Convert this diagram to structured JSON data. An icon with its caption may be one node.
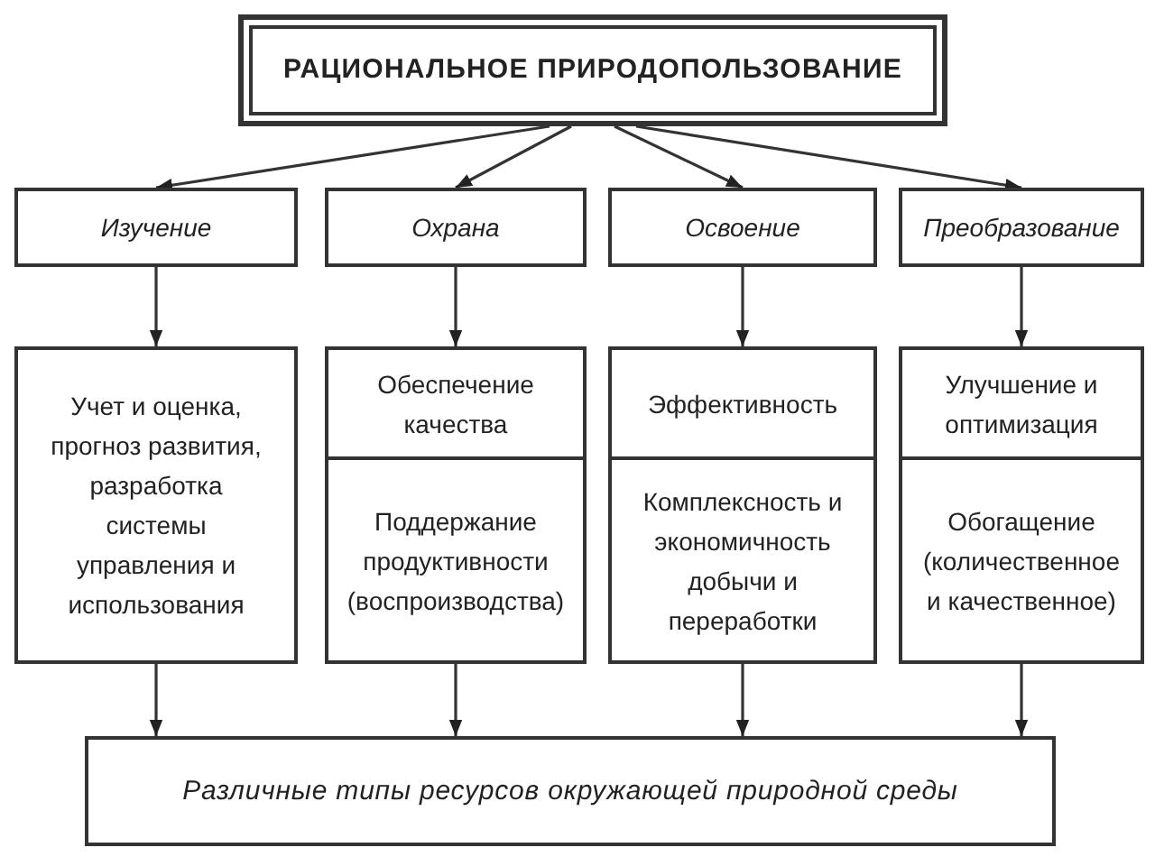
{
  "diagram": {
    "nodes": [
      {
        "text": [
          "РАЦИОНАЛЬНОЕ ПРИРОДОПОЛЬЗОВАНИЕ"
        ]
      },
      {
        "text": [
          "Изучение"
        ]
      },
      {
        "text": [
          "Охрана"
        ]
      },
      {
        "text": [
          "Освоение"
        ]
      },
      {
        "text": [
          "Преобразование"
        ]
      },
      {
        "text": [
          "Учет и оценка, прогноз развития, разработка системы управления и использования"
        ]
      },
      {
        "text": [
          "Обеспечение качества"
        ]
      },
      {
        "text": [
          "Поддержание продуктивности (воспроизводства)"
        ]
      },
      {
        "text": [
          "Эффективность"
        ]
      },
      {
        "text": [
          "Комплексность и экономичность добычи и переработки"
        ]
      },
      {
        "text": [
          "Улучшение и оптимизация"
        ]
      },
      {
        "text": [
          "Обогащение (количественное и качественное)"
        ]
      },
      {
        "text": [
          "Различные типы ресурсов окружающей природной среды"
        ]
      }
    ],
    "edges": [
      {
        "from": 0,
        "to": 1,
        "arrow": "to"
      },
      {
        "from": 0,
        "to": 2,
        "arrow": "to"
      },
      {
        "from": 0,
        "to": 3,
        "arrow": "to"
      },
      {
        "from": 0,
        "to": 4,
        "arrow": "to"
      },
      {
        "from": 1,
        "to": 5,
        "arrow": "to"
      },
      {
        "from": 2,
        "to": 6,
        "arrow": "to"
      },
      {
        "from": 3,
        "to": 8,
        "arrow": "to"
      },
      {
        "from": 4,
        "to": 10,
        "arrow": "to"
      },
      {
        "from": 5,
        "to": 12,
        "arrow": "to"
      },
      {
        "from": 7,
        "to": 12,
        "arrow": "to"
      },
      {
        "from": 9,
        "to": 12,
        "arrow": "to"
      },
      {
        "from": 11,
        "to": 12,
        "arrow": "to"
      }
    ]
  }
}
